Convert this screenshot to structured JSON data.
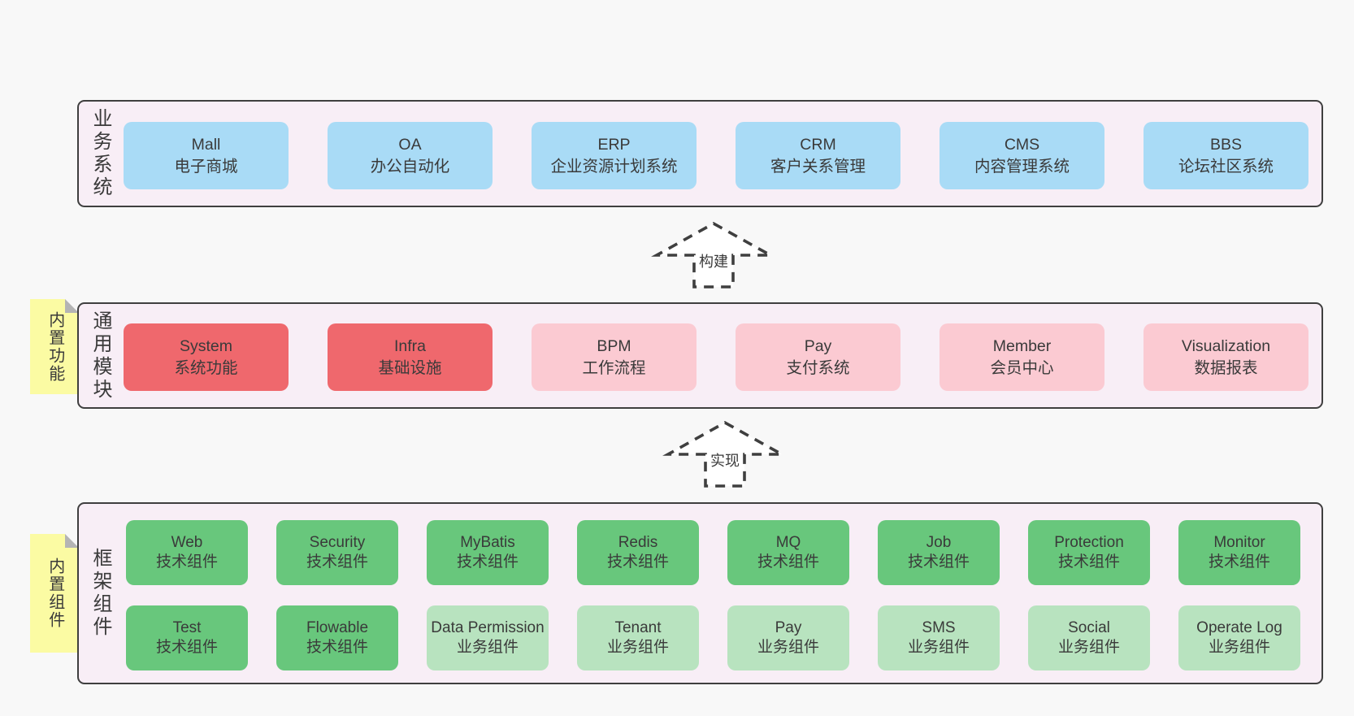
{
  "diagram": {
    "arrows": [
      {
        "label": "构建"
      },
      {
        "label": "实现"
      }
    ],
    "colors": {
      "page_background": "#f8f8f8",
      "band_background": "#f8eef6",
      "band_border": "#3f3f3f",
      "business_system_box": "#a9dbf6",
      "core_module_box": "#ef686d",
      "optional_module_box": "#fbcad2",
      "tech_component_box": "#68c77c",
      "biz_component_box": "#b8e3bf",
      "sticky_note": "#fbfba3",
      "text": "#3a3a3a"
    },
    "bands": [
      {
        "label": "业务系统",
        "boxes": [
          {
            "name": "Mall",
            "desc": "电子商城",
            "variant": "blue"
          },
          {
            "name": "OA",
            "desc": "办公自动化",
            "variant": "blue"
          },
          {
            "name": "ERP",
            "desc": "企业资源计划系统",
            "variant": "blue"
          },
          {
            "name": "CRM",
            "desc": "客户关系管理",
            "variant": "blue"
          },
          {
            "name": "CMS",
            "desc": "内容管理系统",
            "variant": "blue"
          },
          {
            "name": "BBS",
            "desc": "论坛社区系统",
            "variant": "blue"
          }
        ]
      },
      {
        "label": "通用模块",
        "sticky": "内置功能",
        "boxes": [
          {
            "name": "System",
            "desc": "系统功能",
            "variant": "red"
          },
          {
            "name": "Infra",
            "desc": "基础设施",
            "variant": "red"
          },
          {
            "name": "BPM",
            "desc": "工作流程",
            "variant": "pink"
          },
          {
            "name": "Pay",
            "desc": "支付系统",
            "variant": "pink"
          },
          {
            "name": "Member",
            "desc": "会员中心",
            "variant": "pink"
          },
          {
            "name": "Visualization",
            "desc": "数据报表",
            "variant": "pink"
          }
        ]
      },
      {
        "label": "框架组件",
        "sticky": "内置组件",
        "rows": [
          [
            {
              "name": "Web",
              "desc": "技术组件",
              "variant": "green"
            },
            {
              "name": "Security",
              "desc": "技术组件",
              "variant": "green"
            },
            {
              "name": "MyBatis",
              "desc": "技术组件",
              "variant": "green"
            },
            {
              "name": "Redis",
              "desc": "技术组件",
              "variant": "green"
            },
            {
              "name": "MQ",
              "desc": "技术组件",
              "variant": "green"
            },
            {
              "name": "Job",
              "desc": "技术组件",
              "variant": "green"
            },
            {
              "name": "Protection",
              "desc": "技术组件",
              "variant": "green"
            },
            {
              "name": "Monitor",
              "desc": "技术组件",
              "variant": "green"
            }
          ],
          [
            {
              "name": "Test",
              "desc": "技术组件",
              "variant": "green"
            },
            {
              "name": "Flowable",
              "desc": "技术组件",
              "variant": "green"
            },
            {
              "name": "Data Permission",
              "desc": "业务组件",
              "variant": "lightgreen"
            },
            {
              "name": "Tenant",
              "desc": "业务组件",
              "variant": "lightgreen"
            },
            {
              "name": "Pay",
              "desc": "业务组件",
              "variant": "lightgreen"
            },
            {
              "name": "SMS",
              "desc": "业务组件",
              "variant": "lightgreen"
            },
            {
              "name": "Social",
              "desc": "业务组件",
              "variant": "lightgreen"
            },
            {
              "name": "Operate Log",
              "desc": "业务组件",
              "variant": "lightgreen"
            }
          ]
        ]
      }
    ]
  }
}
